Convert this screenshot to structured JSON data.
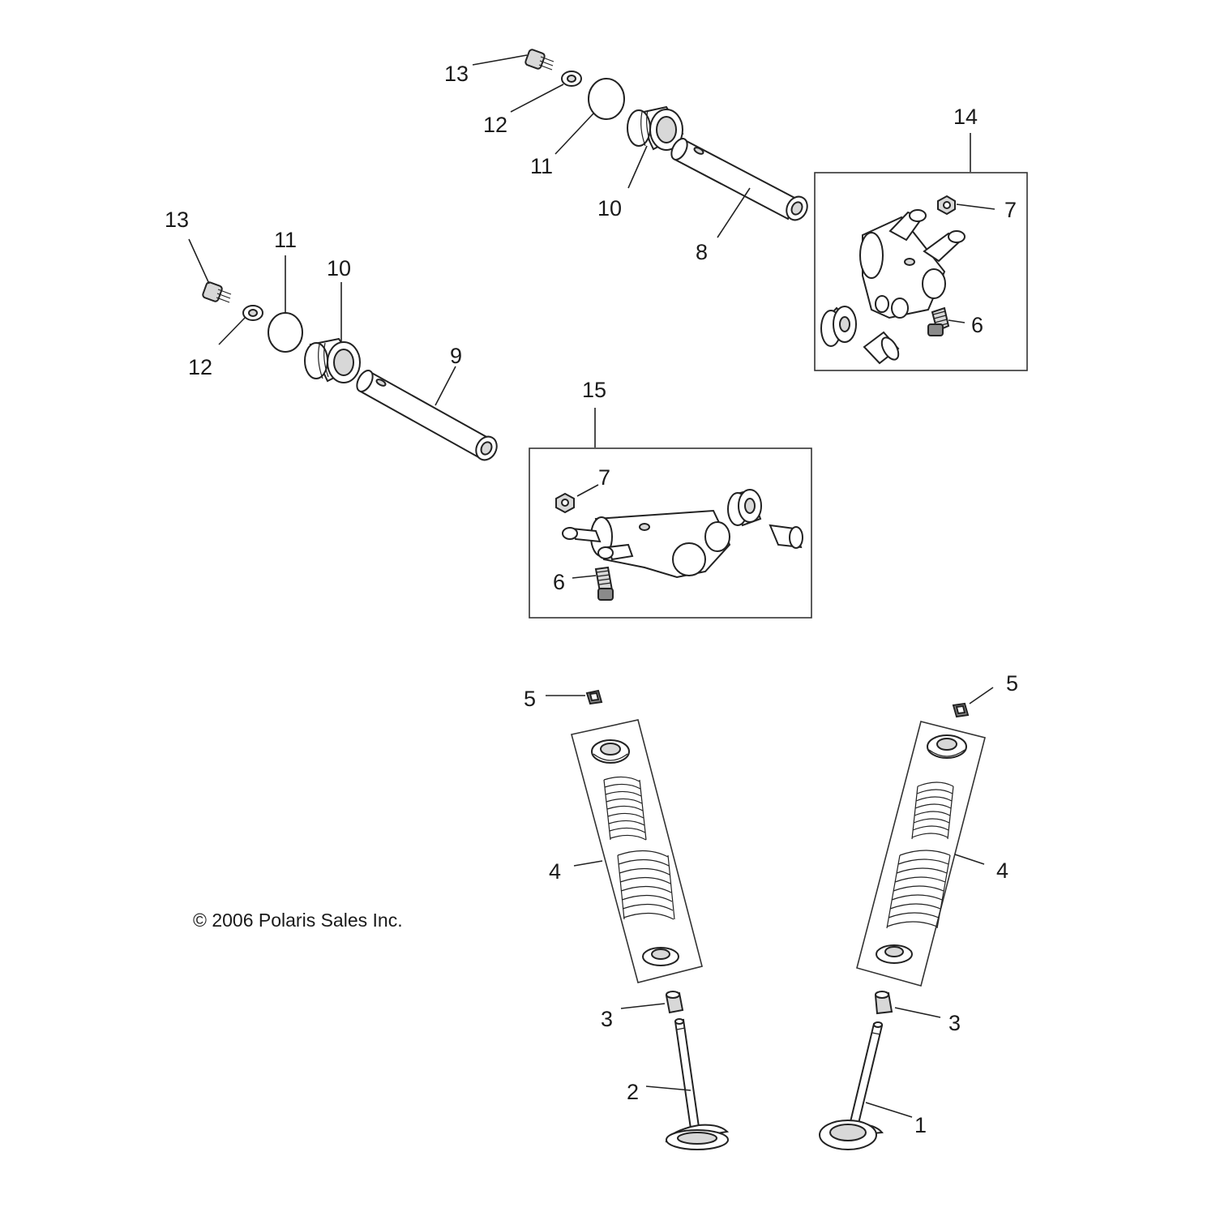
{
  "labels": {
    "c13_top": "13",
    "c12_top": "12",
    "c11_top": "11",
    "c10_top": "10",
    "c8": "8",
    "c14": "14",
    "c7_box14": "7",
    "c6_box14": "6",
    "c13_left": "13",
    "c11_left": "11",
    "c10_left": "10",
    "c12_left": "12",
    "c9": "9",
    "c15": "15",
    "c7_box15": "7",
    "c6_box15": "6",
    "c5_left": "5",
    "c5_right": "5",
    "c4_left": "4",
    "c4_right": "4",
    "c3_left": "3",
    "c3_right": "3",
    "c2": "2",
    "c1": "1"
  },
  "copyright": "© 2006 Polaris Sales Inc."
}
